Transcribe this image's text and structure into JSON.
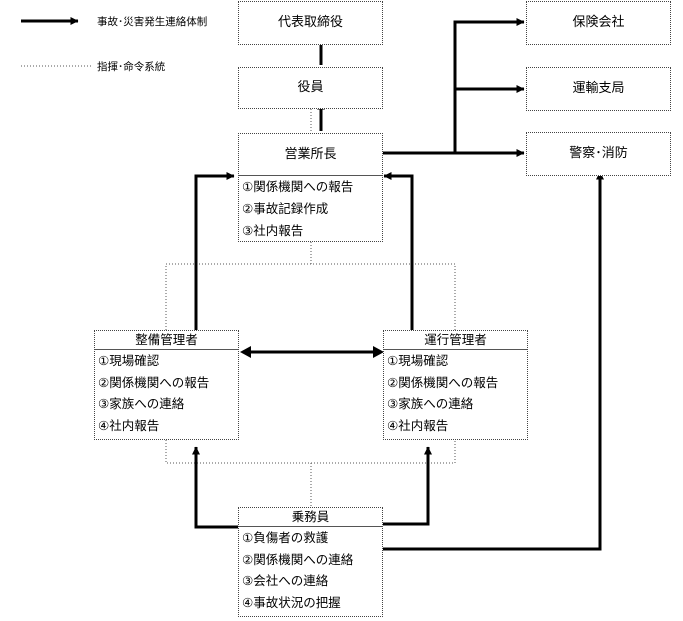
{
  "legend": {
    "solid_label": "事故･災害発生連絡体制",
    "dotted_label": "指揮･命令系統"
  },
  "nodes": {
    "ceo": "代表取締役",
    "officer": "役員",
    "insurance": "保険会社",
    "transport_bureau": "運輸支局",
    "police_fire": "警察･消防",
    "office_manager": {
      "title": "営業所長",
      "items": [
        "①関係機関への報告",
        "②事故記録作成",
        "③社内報告"
      ]
    },
    "maintenance_manager": {
      "title": "整備管理者",
      "items": [
        "①現場確認",
        "②関係機関への報告",
        "③家族への連絡",
        "④社内報告"
      ]
    },
    "operation_manager": {
      "title": "運行管理者",
      "items": [
        "①現場確認",
        "②関係機関への報告",
        "③家族への連絡",
        "④社内報告"
      ]
    },
    "crew": {
      "title": "乗務員",
      "items": [
        "①負傷者の救護",
        "②関係機関への連絡",
        "③会社への連絡",
        "④事故状況の把握"
      ]
    }
  }
}
